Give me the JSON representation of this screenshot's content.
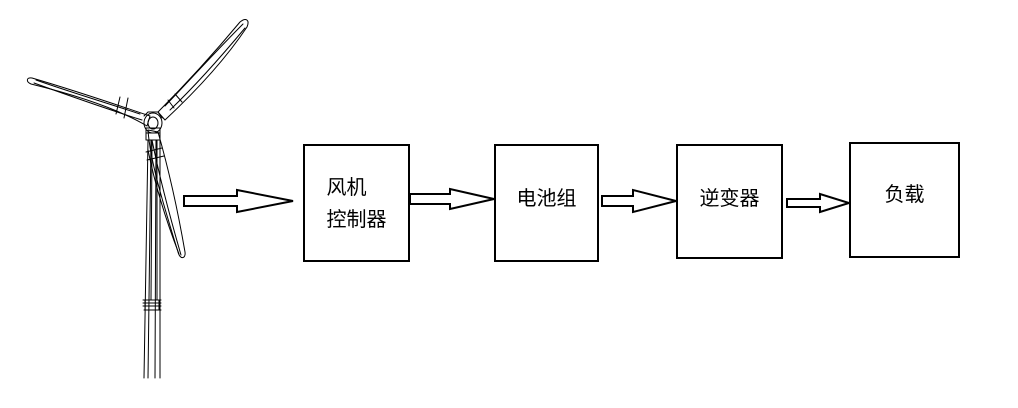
{
  "diagram": {
    "blocks": [
      {
        "id": "controller",
        "label": "风机\n控制器"
      },
      {
        "id": "battery",
        "label": "电池组"
      },
      {
        "id": "inverter",
        "label": "逆变器"
      },
      {
        "id": "load",
        "label": "负载"
      }
    ]
  }
}
